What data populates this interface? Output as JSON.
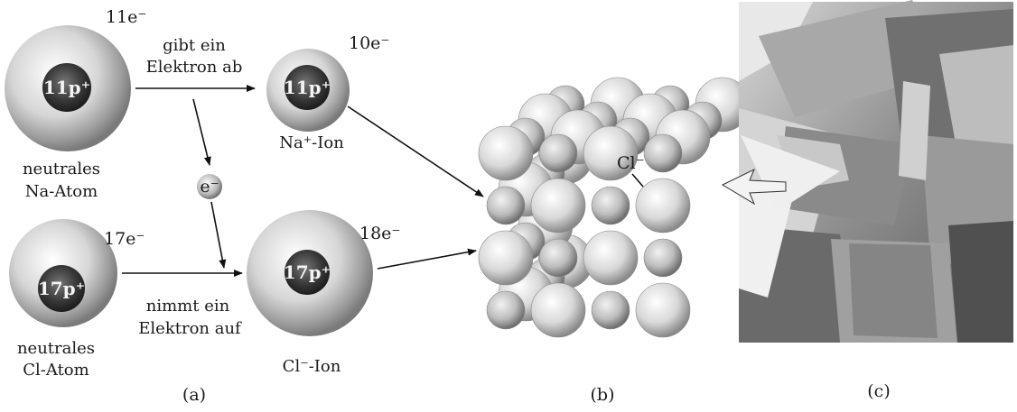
{
  "panel_a": {
    "na_atom": {
      "core": "11p⁺",
      "electrons": "11e⁻",
      "label_line1": "neutrales",
      "label_line2": "Na-Atom"
    },
    "na_ion": {
      "core": "11p⁺",
      "electrons": "10e⁻",
      "label": "Na⁺-Ion"
    },
    "cl_atom": {
      "core": "17p⁺",
      "electrons": "17e⁻",
      "label_line1": "neutrales",
      "label_line2": "Cl-Atom"
    },
    "cl_ion": {
      "core": "17p⁺",
      "electrons": "18e⁻",
      "label": "Cl⁻-Ion"
    },
    "electron": "e⁻",
    "give_line1": "gibt ein",
    "give_line2": "Elektron ab",
    "take_line1": "nimmt ein",
    "take_line2": "Elektron auf",
    "caption": "(a)"
  },
  "panel_b": {
    "ion_label": "Cl⁻",
    "caption": "(b)"
  },
  "panel_c": {
    "caption": "(c)"
  }
}
